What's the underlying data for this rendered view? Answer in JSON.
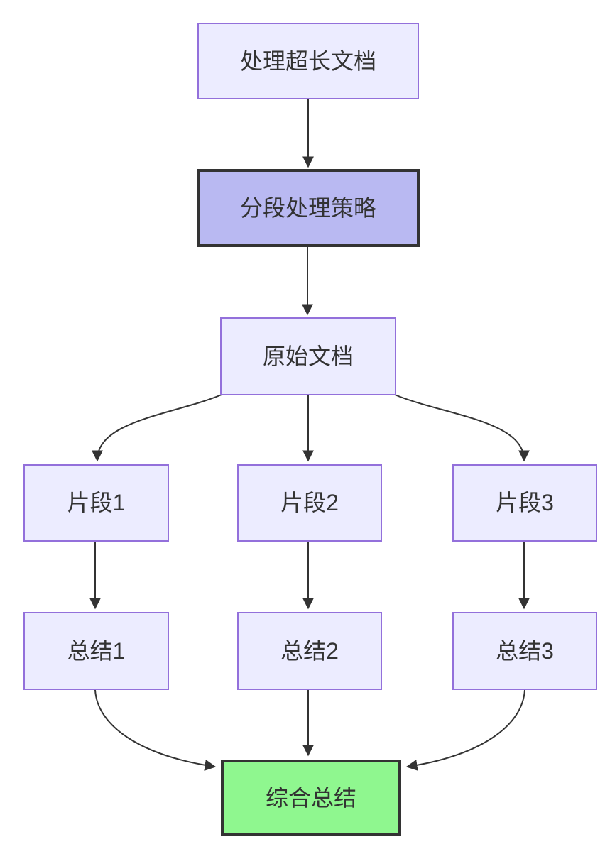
{
  "diagram": {
    "type": "flowchart",
    "direction": "top-down",
    "colors": {
      "background": "#FFFFFF",
      "node_fill": "#ECECFF",
      "node_border": "#9370DB",
      "highlight_fill": "#B9B9F2",
      "highlight_border": "#333333",
      "success_fill": "#8FF78F",
      "success_border": "#333333",
      "edge": "#333333",
      "text": "#333333"
    },
    "nodes": {
      "task": {
        "label": "处理超长文档",
        "style": "default"
      },
      "strategy": {
        "label": "分段处理策略",
        "style": "highlight"
      },
      "original": {
        "label": "原始文档",
        "style": "default"
      },
      "fragment1": {
        "label": "片段1",
        "style": "default"
      },
      "fragment2": {
        "label": "片段2",
        "style": "default"
      },
      "fragment3": {
        "label": "片段3",
        "style": "default"
      },
      "summary1": {
        "label": "总结1",
        "style": "default"
      },
      "summary2": {
        "label": "总结2",
        "style": "default"
      },
      "summary3": {
        "label": "总结3",
        "style": "default"
      },
      "final": {
        "label": "综合总结",
        "style": "success"
      }
    },
    "edges": [
      {
        "from": "task",
        "to": "strategy"
      },
      {
        "from": "strategy",
        "to": "original"
      },
      {
        "from": "original",
        "to": "fragment1"
      },
      {
        "from": "original",
        "to": "fragment2"
      },
      {
        "from": "original",
        "to": "fragment3"
      },
      {
        "from": "fragment1",
        "to": "summary1"
      },
      {
        "from": "fragment2",
        "to": "summary2"
      },
      {
        "from": "fragment3",
        "to": "summary3"
      },
      {
        "from": "summary1",
        "to": "final"
      },
      {
        "from": "summary2",
        "to": "final"
      },
      {
        "from": "summary3",
        "to": "final"
      }
    ]
  }
}
